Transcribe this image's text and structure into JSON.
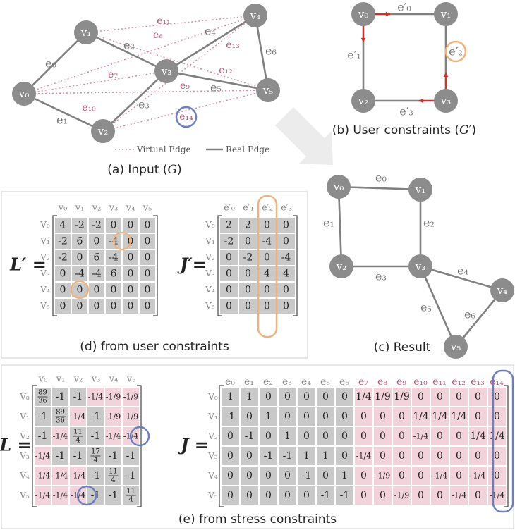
{
  "input": {
    "caption": "(a) Input (",
    "caption_sym": "G",
    "caption_end": ")",
    "nodes": [
      "v₀",
      "v₁",
      "v₂",
      "v₃",
      "v₄",
      "v₅"
    ],
    "real_edges": [
      "e₀",
      "e₁",
      "e₂",
      "e₃",
      "e₄",
      "e₅",
      "e₆"
    ],
    "virtual_edges": [
      "e₇",
      "e₈",
      "e₉",
      "e₁₀",
      "e₁₁",
      "e₁₂",
      "e₁₃",
      "e₁₄"
    ],
    "legend_virtual": "Virtual Edge",
    "legend_real": "Real Edge"
  },
  "constraints": {
    "caption": "(b) User constraints (",
    "caption_sym": "G′",
    "caption_end": ")",
    "nodes": [
      "v₀",
      "v₁",
      "v₂",
      "v₃"
    ],
    "edges": [
      "e′₀",
      "e′₁",
      "e′₂",
      "e′₃"
    ]
  },
  "result": {
    "caption": "(c) Result",
    "nodes": [
      "v₀",
      "v₁",
      "v₂",
      "v₃",
      "v₄",
      "v₅"
    ],
    "edges": [
      "e₀",
      "e₁",
      "e₂",
      "e₃",
      "e₄",
      "e₅",
      "e₆"
    ]
  },
  "user_matrices": {
    "caption": "(d) from user constraints",
    "L_label": "L′ =",
    "J_label": "J′=",
    "row_labels": [
      "V₀",
      "V₁",
      "V₂",
      "V₃",
      "V₄",
      "V₅"
    ],
    "L_cols": [
      "v₀",
      "v₁",
      "v₂",
      "v₃",
      "v₄",
      "v₅"
    ],
    "L": [
      [
        "4",
        "-2",
        "-2",
        "0",
        "0",
        "0"
      ],
      [
        "-2",
        "6",
        "0",
        "-4",
        "0",
        "0"
      ],
      [
        "-2",
        "0",
        "6",
        "-4",
        "0",
        "0"
      ],
      [
        "0",
        "-4",
        "-4",
        "6",
        "0",
        "0"
      ],
      [
        "0",
        "0",
        "0",
        "0",
        "0",
        "0"
      ],
      [
        "0",
        "0",
        "0",
        "0",
        "0",
        "0"
      ]
    ],
    "J_cols": [
      "e′₀",
      "e′₁",
      "e′₂",
      "e′₃"
    ],
    "J": [
      [
        "2",
        "2",
        "0",
        "0"
      ],
      [
        "-2",
        "0",
        "-4",
        "0"
      ],
      [
        "0",
        "-2",
        "0",
        "-4"
      ],
      [
        "0",
        "0",
        "4",
        "4"
      ],
      [
        "0",
        "0",
        "0",
        "0"
      ],
      [
        "0",
        "0",
        "0",
        "0"
      ]
    ]
  },
  "stress_matrices": {
    "caption": "(e) from stress constraints",
    "L_label": "L =",
    "J_label": "J =",
    "row_labels": [
      "V₀",
      "V₁",
      "V₂",
      "V₃",
      "V₄",
      "V₅"
    ],
    "L_cols": [
      "v₀",
      "v₁",
      "v₂",
      "v₃",
      "v₄",
      "v₅"
    ],
    "L": [
      [
        "89/36",
        "-1",
        "-1",
        "-1/4",
        "-1/9",
        "-1/9"
      ],
      [
        "-1",
        "89/36",
        "-1/4",
        "-1",
        "-1/9",
        "-1/9"
      ],
      [
        "-1",
        "-1/4",
        "11/4",
        "-1",
        "-1/4",
        "-1/4"
      ],
      [
        "-1/4",
        "-1",
        "-1",
        "17/4",
        "-1",
        "-1"
      ],
      [
        "-1/4",
        "-1/4",
        "-1/4",
        "-1",
        "11/4",
        "-1"
      ],
      [
        "-1/4",
        "-1/4",
        "-1/4",
        "-1",
        "-1",
        "11/4"
      ]
    ],
    "J_cols": [
      "e₀",
      "e₁",
      "e₂",
      "e₃",
      "e₄",
      "e₅",
      "e₆",
      "e₇",
      "e₈",
      "e₉",
      "e₁₀",
      "e₁₁",
      "e₁₂",
      "e₁₃",
      "e₁₄"
    ],
    "J": [
      [
        "1",
        "1",
        "0",
        "0",
        "0",
        "0",
        "0",
        "1/4",
        "1/9",
        "1/9",
        "0",
        "0",
        "0",
        "0",
        "0"
      ],
      [
        "-1",
        "0",
        "1",
        "0",
        "0",
        "0",
        "0",
        "0",
        "0",
        "0",
        "1/4",
        "1/4",
        "1/4",
        "0",
        "0"
      ],
      [
        "0",
        "-1",
        "0",
        "1",
        "0",
        "0",
        "0",
        "0",
        "0",
        "0",
        "-1/4",
        "0",
        "0",
        "1/4",
        "1/4"
      ],
      [
        "0",
        "0",
        "-1",
        "-1",
        "1",
        "1",
        "0",
        "-1/4",
        "0",
        "0",
        "0",
        "0",
        "0",
        "0",
        "0"
      ],
      [
        "0",
        "0",
        "0",
        "0",
        "-1",
        "0",
        "1",
        "0",
        "-1/9",
        "0",
        "0",
        "-1/4",
        "0",
        "-1/4",
        "0"
      ],
      [
        "0",
        "0",
        "0",
        "0",
        "0",
        "-1",
        "-1",
        "0",
        "0",
        "-1/9",
        "0",
        "0",
        "-1/4",
        "0",
        "-1/4"
      ]
    ]
  },
  "colors": {
    "node": "#8c8c8c",
    "real_edge": "#808080",
    "virtual_edge": "#d98aa7",
    "virtual_label": "#c4507a",
    "highlight_orange": "#f0b27a",
    "highlight_blue": "#6b7fbf",
    "arrow": "#c8342c",
    "cell_gray": "#c9c9c9",
    "cell_pink": "#f2d3dc"
  }
}
